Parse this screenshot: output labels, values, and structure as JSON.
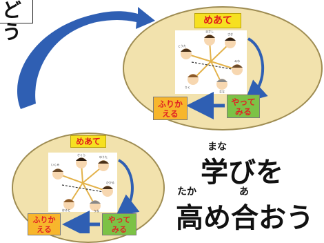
{
  "title_fragment": "どう",
  "cycle_top": {
    "goal": "めあて",
    "reflect": "ふりか\nえる",
    "try": "やって\nみる",
    "kid_names": [
      "まさし",
      "さき",
      "こうた",
      "みわ",
      "なな",
      "りく"
    ]
  },
  "cycle_bottom": {
    "goal": "めあて",
    "reflect": "ふりか\nえる",
    "try": "やって\nみる",
    "kid_names": [
      "さくら",
      "いくみ",
      "ゆうた",
      "ひかる",
      "はると",
      "りな"
    ]
  },
  "slogan": {
    "line1": "学びを",
    "line1_ruby": "まな",
    "line2": "高め合おう",
    "line2_ruby_1": "たか",
    "line2_ruby_2": "あ"
  },
  "colors": {
    "ellipse_fill": "#f2e2ad",
    "goal_label": "#f6e021",
    "goal_text": "#e1181b",
    "reflect_box": "#f7b62c",
    "try_box": "#7cc246",
    "arrow_blue": "#2f5fb3"
  }
}
